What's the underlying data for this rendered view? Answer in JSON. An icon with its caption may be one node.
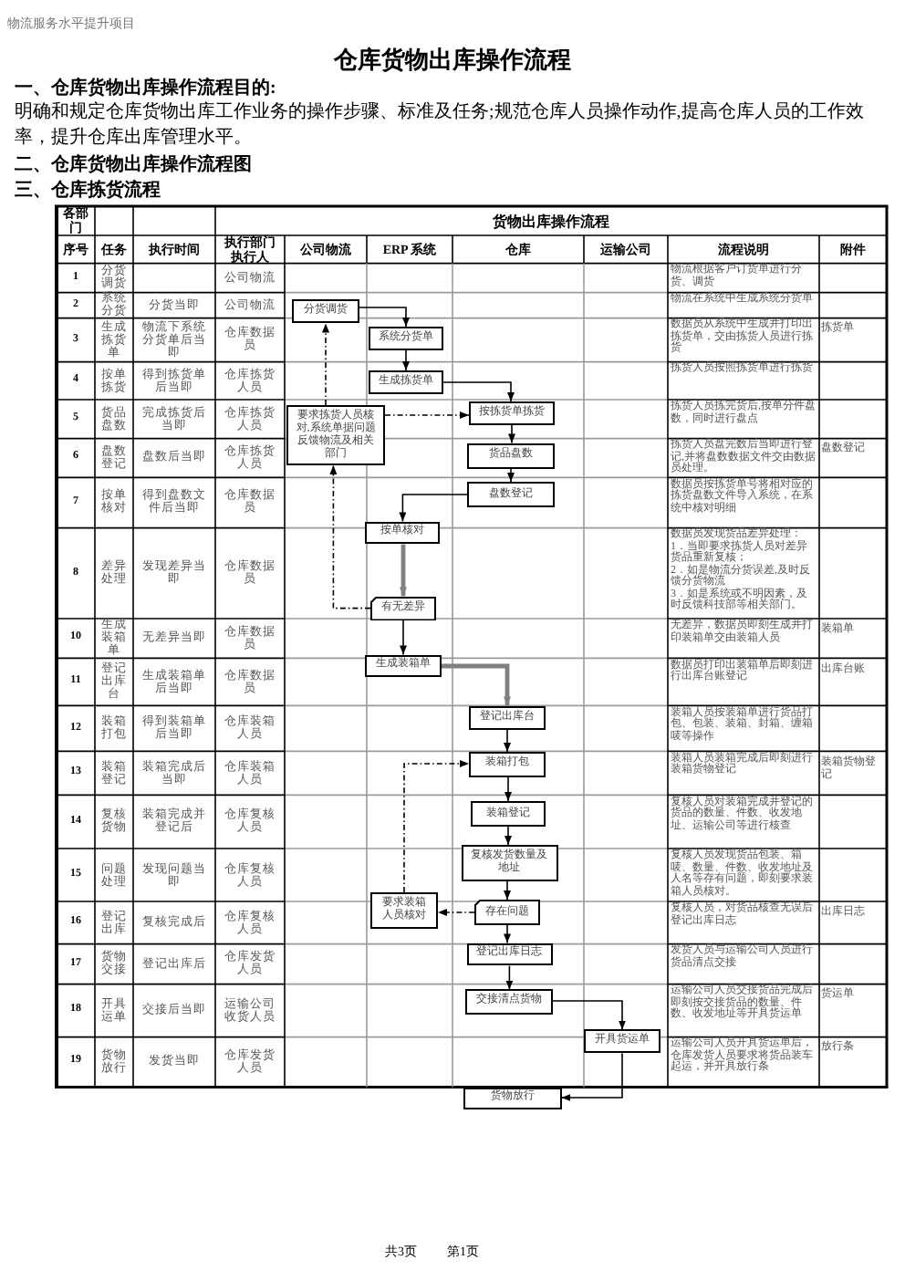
{
  "diagram": {
    "title": "仓库货物出库操作流程",
    "nodes": [
      {
        "text": [
          "分货调货"
        ]
      },
      {
        "text": [
          "系统分货单"
        ]
      },
      {
        "text": [
          "生成拣货单"
        ]
      },
      {
        "text": [
          "按拣货单拣货"
        ]
      },
      {
        "text": [
          "要求拣货人员核对,系统单据问题反馈物流及相关部门"
        ]
      },
      {
        "text": [
          "货品盘数"
        ]
      },
      {
        "text": [
          "盘数登记"
        ]
      },
      {
        "text": [
          "按单核对"
        ]
      },
      {
        "text": [
          "有无差异"
        ]
      },
      {
        "text": [
          "生成装箱单"
        ]
      },
      {
        "text": [
          "登记出库台"
        ]
      },
      {
        "text": [
          "装箱打包"
        ]
      },
      {
        "text": [
          "装箱登记"
        ]
      },
      {
        "text": [
          "复核发货数量及地址"
        ]
      },
      {
        "text": [
          "要求装箱人员核对"
        ]
      },
      {
        "text": [
          "存在问题"
        ]
      },
      {
        "text": [
          "登记出库日志"
        ]
      },
      {
        "text": [
          "交接清点货物"
        ]
      },
      {
        "text": [
          "开具货运单"
        ]
      },
      {
        "text": [
          "货物放行"
        ]
      }
    ],
    "edges": [
      {
        "from": 0,
        "to": 1,
        "arrow": "to"
      },
      {
        "from": 1,
        "to": 2,
        "arrow": "to"
      },
      {
        "from": 2,
        "to": 3,
        "arrow": "to"
      },
      {
        "from": 3,
        "to": 5,
        "arrow": "to"
      },
      {
        "from": 5,
        "to": 6,
        "arrow": "to"
      },
      {
        "from": 6,
        "to": 7,
        "arrow": "to"
      },
      {
        "from": 7,
        "to": 8,
        "arrow": "to",
        "style": "thick",
        "color": "#808080"
      },
      {
        "from": 8,
        "to": 9,
        "arrow": "to"
      },
      {
        "from": 8,
        "to": 4,
        "arrow": "to",
        "style": "dashed"
      },
      {
        "from": 4,
        "to": 0,
        "arrow": "to",
        "style": "dashed"
      },
      {
        "from": 4,
        "to": 3,
        "arrow": "to",
        "style": "dashed"
      },
      {
        "from": 9,
        "to": 10,
        "arrow": "to",
        "style": "thick",
        "color": "#808080"
      },
      {
        "from": 10,
        "to": 11,
        "arrow": "to"
      },
      {
        "from": 11,
        "to": 12,
        "arrow": "to"
      },
      {
        "from": 12,
        "to": 13,
        "arrow": "to"
      },
      {
        "from": 13,
        "to": 15,
        "arrow": "to"
      },
      {
        "from": 15,
        "to": 14,
        "arrow": "to",
        "style": "dashed"
      },
      {
        "from": 14,
        "to": 11,
        "arrow": "to",
        "style": "dashed"
      },
      {
        "from": 15,
        "to": 16,
        "arrow": "to"
      },
      {
        "from": 16,
        "to": 17,
        "arrow": "to"
      },
      {
        "from": 17,
        "to": 18,
        "arrow": "to"
      },
      {
        "from": 18,
        "to": 19,
        "arrow": "to"
      }
    ],
    "labels": [
      "物流服务水平提升项目",
      "一、仓库货物出库操作流程目的:",
      "明确和规定仓库货物出库工作业务的操作步骤、标准及任务;规范仓库人员操作动作,提高仓库人员的工作效率，提升仓库出库管理水平。",
      "二、仓库货物出库操作流程图",
      "三、仓库拣货流程",
      "各部门",
      "货物出库操作流程",
      "序号",
      "任务",
      "执行时间",
      "执行部门执行人",
      "公司物流",
      "ERP 系统",
      "仓库",
      "运输公司",
      "流程说明",
      "附件",
      "1",
      "分货调货",
      "公司物流",
      "物流根据客户订货单进行分货、调货",
      "2",
      "系统分货",
      "分货当即",
      "公司物流",
      "物流在系统中生成系统分货单",
      "3",
      "生成拣货单",
      "物流下系统分货单后当即",
      "仓库数据员",
      "数据员从系统中生成并打印出拣货单，交由拣货人员进行拣货",
      "拣货单",
      "4",
      "按单拣货",
      "得到拣货单后当即",
      "仓库拣货人员",
      "拣货人员按照拣货单进行拣货",
      "5",
      "货品盘数",
      "完成拣货后当即",
      "仓库拣货人员",
      "拣货人员拣完货后,按单分件盘数，同时进行盘点",
      "6",
      "盘数登记",
      "盘数后当即",
      "仓库拣货人员",
      "拣货人员盘完数后当即进行登记,并将盘数数据文件交由数据员处理。",
      "盘数登记",
      "7",
      "按单核对",
      "得到盘数文件后当即",
      "仓库数据员",
      "数据员按拣货单号将相对应的拣货盘数文件导入系统，在系统中核对明细",
      "8",
      "差异处理",
      "发现差异当即",
      "仓库数据员",
      "数据员发现货品差异处理：",
      "1．当即要求拣货人员对差异货品重新复核；",
      "2．如是物流分货误差,及时反馈分货物流",
      "3．如是系统或不明因素，及时反馈科技部等相关部门。",
      "10",
      "生成装箱单",
      "无差异当即",
      "仓库数据员",
      "无差异，数据员即刻生成并打印装箱单交由装箱人员",
      "装箱单",
      "11",
      "登记出库台",
      "生成装箱单后当即",
      "仓库数据员",
      "数据员打印出装箱单后即刻进行出库台账登记",
      "出库台账",
      "12",
      "装箱打包",
      "得到装箱单后当即",
      "仓库装箱人员",
      "装箱人员按装箱单进行货品打包、包装、装箱、封箱、缠箱唛等操作",
      "13",
      "装箱登记",
      "装箱完成后当即",
      "仓库装箱人员",
      "装箱人员装箱完成后即刻进行装箱货物登记",
      "装箱货物登记",
      "14",
      "复核货物",
      "装箱完成并登记后",
      "仓库复核人员",
      "复核人员对装箱完成并登记的货品的数量、件数、收发地址、运输公司等进行核查",
      "15",
      "问题处理",
      "发现问题当即",
      "仓库复核人员",
      "复核人员发现货品包装、箱唛、数量、件数、收发地址及人名等存有问题，即刻要求装箱人员核对。",
      "16",
      "登记出库",
      "复核完成后",
      "仓库复核人员",
      "复核人员，对货品核查无误后登记出库日志",
      "出库日志",
      "17",
      "货物交接",
      "登记出库后",
      "仓库发货人员",
      "发货人员与运输公司人员进行货品清点交接",
      "18",
      "开具运单",
      "交接后当即",
      "运输公司收货人员",
      "运输公司人员交接货品完成后即刻按交接货品的数量、件数、收发地址等开具货运单",
      "货运单",
      "19",
      "货物放行",
      "发货当即",
      "仓库发货人员",
      "运输公司人员开具货运单后，仓库发货人员要求将货品装车起运，并开具放行条",
      "放行条",
      "共3页",
      "第1页"
    ]
  }
}
